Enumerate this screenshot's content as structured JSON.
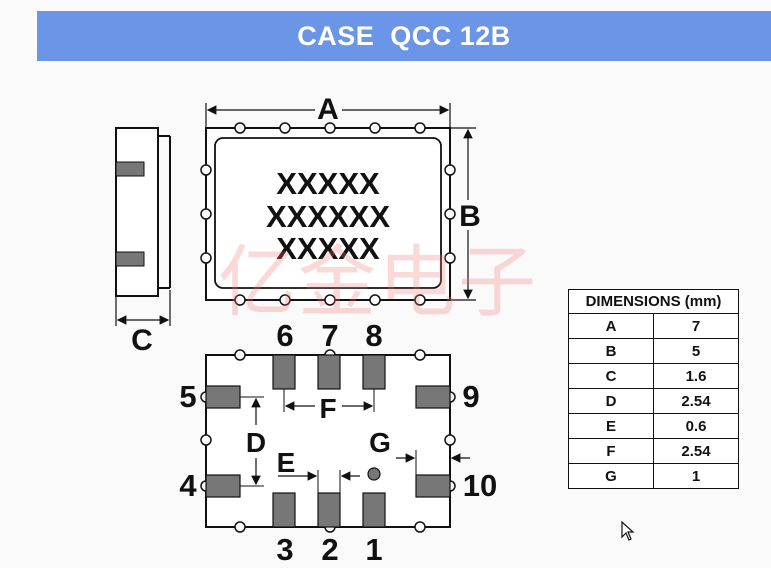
{
  "header": {
    "title": "CASE  QCC 12B",
    "background": "#6b95e6"
  },
  "top_view": {
    "marking_lines": [
      "XXXXX",
      "XXXXXX",
      "XXXXX"
    ]
  },
  "dimension_labels": {
    "A": "A",
    "B": "B",
    "C": "C",
    "D": "D",
    "E": "E",
    "F": "F",
    "G": "G"
  },
  "pins": {
    "p1": "1",
    "p2": "2",
    "p3": "3",
    "p4": "4",
    "p5": "5",
    "p6": "6",
    "p7": "7",
    "p8": "8",
    "p9": "9",
    "p10": "10"
  },
  "dimensions_table": {
    "header": "DIMENSIONS (mm)",
    "rows": [
      {
        "name": "A",
        "value": "7"
      },
      {
        "name": "B",
        "value": "5"
      },
      {
        "name": "C",
        "value": "1.6"
      },
      {
        "name": "D",
        "value": "2.54"
      },
      {
        "name": "E",
        "value": "0.6"
      },
      {
        "name": "F",
        "value": "2.54"
      },
      {
        "name": "G",
        "value": "1"
      }
    ]
  },
  "watermark": "亿金电子",
  "cursor_icon": "mouse-pointer-icon"
}
